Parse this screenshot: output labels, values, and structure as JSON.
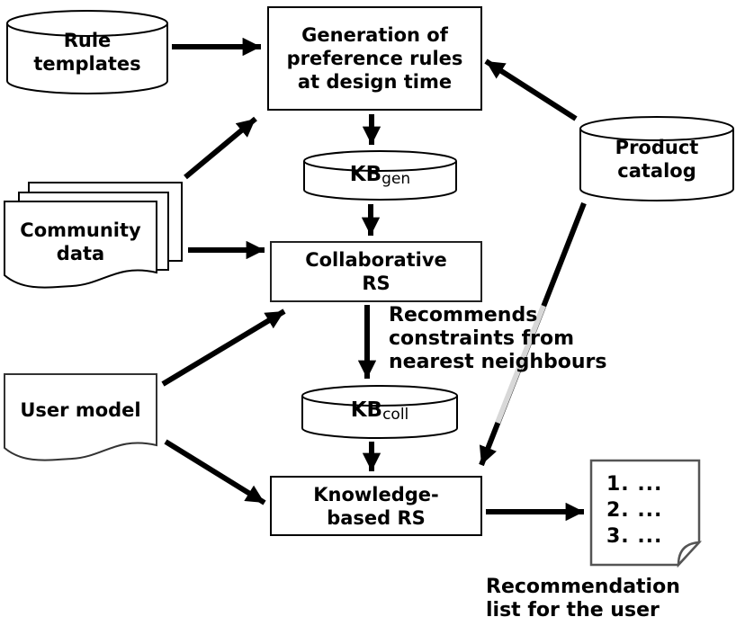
{
  "diagram": {
    "title": "Recommender system architecture",
    "nodes": {
      "rule_templates": {
        "label": "Rule\ntemplates",
        "shape": "cylinder"
      },
      "generation": {
        "label": "Generation of\npreference rules\nat design time",
        "shape": "rectangle"
      },
      "product_catalog": {
        "label": "Product\ncatalog",
        "shape": "cylinder"
      },
      "kb_gen": {
        "label": "KB",
        "sub": "gen",
        "shape": "cylinder"
      },
      "community_data": {
        "label": "Community\ndata",
        "shape": "multi-document"
      },
      "collaborative_rs": {
        "label": "Collaborative\nRS",
        "shape": "rectangle"
      },
      "kb_coll": {
        "label": "KB",
        "sub": "coll",
        "shape": "cylinder"
      },
      "user_model": {
        "label": "User model",
        "shape": "document"
      },
      "knowledge_based_rs": {
        "label": "Knowledge-\nbased RS",
        "shape": "rectangle"
      },
      "recommendation_note": {
        "label": "1. ...\n2. ...\n3. ...",
        "shape": "note-folded-corner"
      }
    },
    "annotations": {
      "recommends_label": "Recommends\nconstraints from\nnearest neighbours",
      "recommendation_list_label": "Recommendation\nlist for the user"
    },
    "edges": [
      "rule_templates -> generation",
      "community_data -> generation",
      "community_data -> collaborative_rs",
      "generation -> kb_gen",
      "kb_gen -> collaborative_rs",
      "collaborative_rs -> kb_coll",
      "kb_coll -> knowledge_based_rs",
      "user_model -> collaborative_rs",
      "user_model -> knowledge_based_rs",
      "product_catalog -> generation",
      "product_catalog -> knowledge_based_rs",
      "knowledge_based_rs -> recommendation_note"
    ],
    "colors": {
      "ink": "#000000",
      "fill": "#ffffff",
      "crossing_line_dim": "#d8d8d8"
    }
  }
}
